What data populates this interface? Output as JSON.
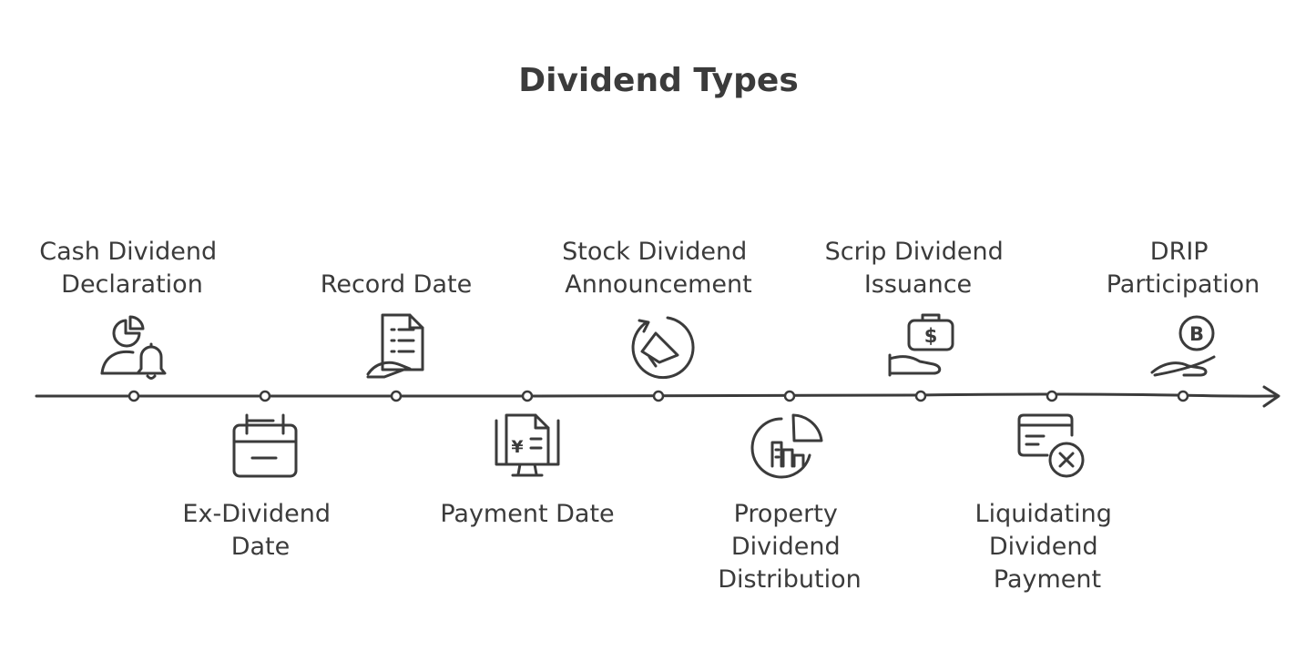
{
  "title": "Dividend Types",
  "items": [
    {
      "lines": [
        "Cash Dividend",
        "Declaration"
      ],
      "icon": "pie-chart-bell-icon",
      "side": "top"
    },
    {
      "lines": [
        "Ex-Dividend",
        "Date"
      ],
      "icon": "calendar-icon",
      "side": "bottom"
    },
    {
      "lines": [
        "Record Date"
      ],
      "icon": "document-hand-icon",
      "side": "top"
    },
    {
      "lines": [
        "Payment Date"
      ],
      "icon": "yen-invoice-monitor-icon",
      "side": "bottom"
    },
    {
      "lines": [
        "Stock Dividend",
        "Announcement"
      ],
      "icon": "circular-arrow-megaphone-icon",
      "side": "top"
    },
    {
      "lines": [
        "Property",
        "Dividend",
        "Distribution"
      ],
      "icon": "property-chart-icon",
      "side": "bottom"
    },
    {
      "lines": [
        "Scrip Dividend",
        "Issuance"
      ],
      "icon": "money-bag-hand-icon",
      "side": "top"
    },
    {
      "lines": [
        "Liquidating",
        "Dividend",
        "Payment"
      ],
      "icon": "credit-card-cancel-icon",
      "side": "bottom"
    },
    {
      "lines": [
        "DRIP",
        "Participation"
      ],
      "icon": "bitcoin-hand-icon",
      "side": "top"
    }
  ],
  "glyphs": {
    "dollar": "$",
    "yen": "¥",
    "bitcoin": "B"
  }
}
